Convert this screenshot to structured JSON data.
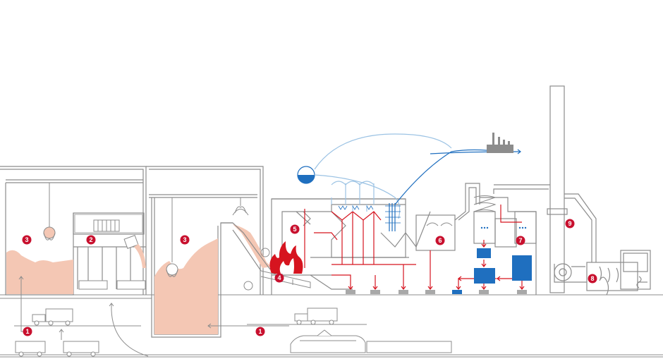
{
  "colors": {
    "outline": "#8c8c8c",
    "outline_light": "#b4b4b4",
    "waste": "#f4c7b4",
    "flow_red": "#d6141f",
    "water_blue": "#1f6fbf",
    "water_light": "#9cc3e4",
    "ash_grey": "#a8a8a8",
    "marker": "#c8102e",
    "flame": "#d6141f"
  },
  "markers": [
    {
      "id": "m1a",
      "label": "1",
      "name": "delivery-by-road-rail"
    },
    {
      "id": "m1b",
      "label": "1",
      "name": "delivery-by-road-rail"
    },
    {
      "id": "m2",
      "label": "2",
      "name": "bulky-waste-shredder"
    },
    {
      "id": "m3a",
      "label": "3",
      "name": "waste-bunker"
    },
    {
      "id": "m3b",
      "label": "3",
      "name": "waste-bunker"
    },
    {
      "id": "m4",
      "label": "4",
      "name": "grate-furnace"
    },
    {
      "id": "m5",
      "label": "5",
      "name": "boiler"
    },
    {
      "id": "m6",
      "label": "6",
      "name": "electrostatic-precipitator"
    },
    {
      "id": "m7",
      "label": "7",
      "name": "flue-gas-scrubber"
    },
    {
      "id": "m8",
      "label": "8",
      "name": "denox-unit"
    },
    {
      "id": "m9",
      "label": "9",
      "name": "stack"
    }
  ],
  "icons": [
    "grab-crane-icon",
    "truck-icon",
    "rail-wagon-icon",
    "train-icon",
    "flame-icon",
    "steam-drum-icon",
    "factory-icon",
    "ash-container-icon"
  ]
}
